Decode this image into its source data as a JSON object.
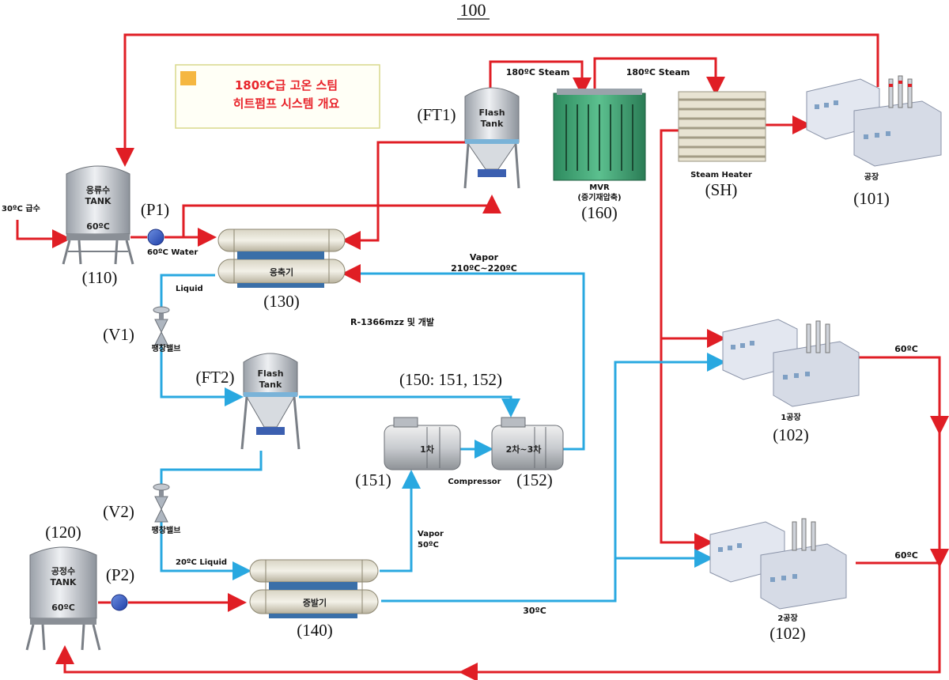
{
  "figure_number": "100",
  "legend": {
    "line1": "180ºC급 고온 스팀",
    "line2": "히트펌프 시스템 개요",
    "swatch_color": "#f5b741"
  },
  "colors": {
    "hot_line": "#e01e25",
    "cold_line": "#29a8e0"
  },
  "inlet": {
    "label": "30ºC 급수"
  },
  "tank110": {
    "line1": "응류수",
    "line2": "TANK",
    "temp": "60ºC",
    "ref": "(110)"
  },
  "tank120": {
    "line1": "공정수",
    "line2": "TANK",
    "temp": "60ºC",
    "ref": "(120)"
  },
  "pump1": {
    "ref": "(P1)",
    "water": "60ºC Water"
  },
  "pump2": {
    "ref": "(P2)"
  },
  "ft1": {
    "line1": "Flash",
    "line2": "Tank",
    "ref": "(FT1)"
  },
  "ft2": {
    "line1": "Flash",
    "line2": "Tank",
    "ref": "(FT2)"
  },
  "mvr": {
    "line1": "MVR",
    "line2": "(증기재압축)",
    "ref": "(160)"
  },
  "steam_heater": {
    "label": "Steam Heater",
    "ref": "(SH)"
  },
  "steam_label_1": "180ºC Steam",
  "steam_label_2": "180ºC Steam",
  "condenser": {
    "label": "응축기",
    "ref": "(130)"
  },
  "evaporator": {
    "label": "증발기",
    "ref": "(140)"
  },
  "vapor_top": {
    "line1": "Vapor",
    "line2": "210ºC~220ºC"
  },
  "refrigerant": "R-1366mzz 및 개발",
  "liquid_label": "Liquid",
  "valve1": {
    "ref": "(V1)",
    "label": "팽창밸브"
  },
  "valve2": {
    "ref": "(V2)",
    "label": "팽창밸브"
  },
  "liquid20": "20ºC Liquid",
  "vapor50": {
    "line1": "Vapor",
    "line2": "50ºC"
  },
  "compressor": {
    "ref_group": "(150: 151, 152)",
    "stage1": "1차",
    "stage2": "2차~3차",
    "label": "Compressor",
    "ref1": "(151)",
    "ref2": "(152)"
  },
  "factory101": {
    "label": "공장",
    "ref": "(101)"
  },
  "factory102a": {
    "label": "1공장",
    "ref": "(102)"
  },
  "factory102b": {
    "label": "2공장",
    "ref": "(102)"
  },
  "temp_60_a": "60ºC",
  "temp_60_b": "60ºC",
  "temp_30": "30ºC"
}
